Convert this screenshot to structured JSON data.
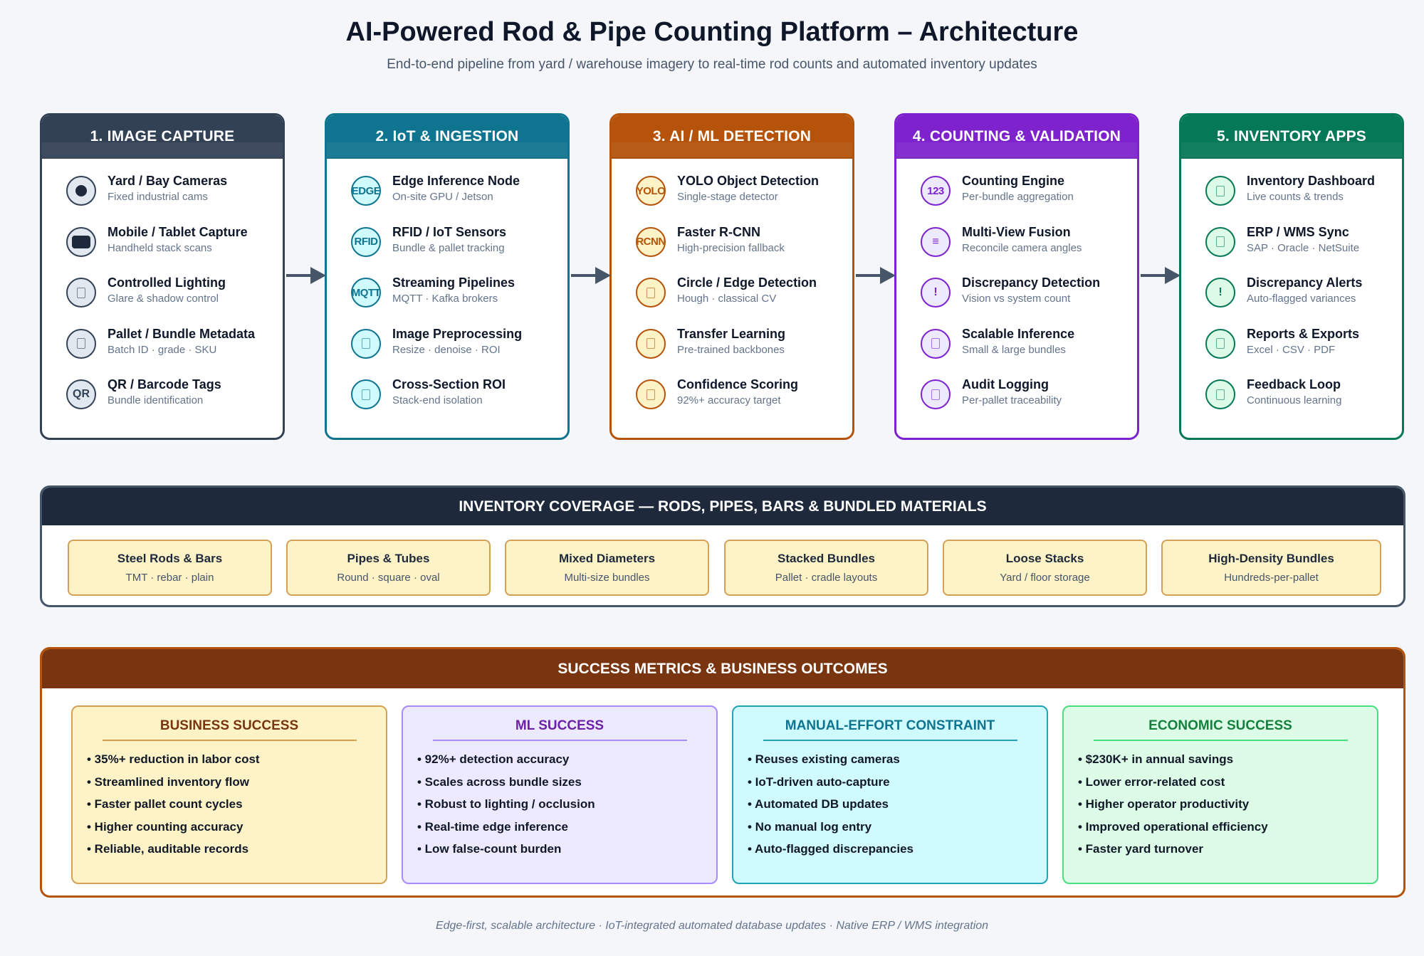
{
  "header": {
    "title": "AI-Powered Rod & Pipe Counting Platform – Architecture",
    "subtitle": "End-to-end pipeline from yard / warehouse imagery to real-time rod counts and automated inventory updates"
  },
  "colors": {
    "stage1": "#334155",
    "stage2": "#0e7490",
    "stage3": "#b45309",
    "stage4": "#7e22ce",
    "stage5": "#047857",
    "arrow": "#475569"
  },
  "stages": [
    {
      "title": "1. IMAGE CAPTURE",
      "items": [
        {
          "icon": "camera-icon",
          "title": "Yard / Bay Cameras",
          "sub": "Fixed industrial cams"
        },
        {
          "icon": "tablet-icon",
          "title": "Mobile / Tablet Capture",
          "sub": "Handheld stack scans"
        },
        {
          "icon": "lightbulb-icon",
          "title": "Controlled Lighting",
          "sub": "Glare & shadow control"
        },
        {
          "icon": "clipboard-icon",
          "title": "Pallet / Bundle Metadata",
          "sub": "Batch ID · grade · SKU"
        },
        {
          "icon": "qr-icon",
          "icon_text": "QR",
          "title": "QR / Barcode Tags",
          "sub": "Bundle identification"
        }
      ]
    },
    {
      "title": "2. IoT & INGESTION",
      "items": [
        {
          "icon": "edge-node-icon",
          "icon_text": "EDGE",
          "title": "Edge Inference Node",
          "sub": "On-site GPU / Jetson"
        },
        {
          "icon": "rfid-icon",
          "icon_text": "RFID",
          "title": "RFID / IoT Sensors",
          "sub": "Bundle & pallet tracking"
        },
        {
          "icon": "mqtt-icon",
          "icon_text": "MQTT",
          "title": "Streaming Pipelines",
          "sub": "MQTT · Kafka brokers"
        },
        {
          "icon": "preprocess-icon",
          "title": "Image Preprocessing",
          "sub": "Resize · denoise · ROI"
        },
        {
          "icon": "crop-icon",
          "title": "Cross-Section ROI",
          "sub": "Stack-end isolation"
        }
      ]
    },
    {
      "title": "3. AI / ML DETECTION",
      "items": [
        {
          "icon": "yolo-icon",
          "icon_text": "YOLO",
          "title": "YOLO Object Detection",
          "sub": "Single-stage detector"
        },
        {
          "icon": "rcnn-icon",
          "icon_text": "RCNN",
          "title": "Faster R-CNN",
          "sub": "High-precision fallback"
        },
        {
          "icon": "circle-detect-icon",
          "title": "Circle / Edge Detection",
          "sub": "Hough · classical CV"
        },
        {
          "icon": "transfer-icon",
          "title": "Transfer Learning",
          "sub": "Pre-trained backbones"
        },
        {
          "icon": "confidence-icon",
          "title": "Confidence Scoring",
          "sub": "92%+ accuracy target"
        }
      ]
    },
    {
      "title": "4. COUNTING & VALIDATION",
      "items": [
        {
          "icon": "counter-icon",
          "icon_text": "123",
          "title": "Counting Engine",
          "sub": "Per-bundle aggregation"
        },
        {
          "icon": "fusion-icon",
          "icon_text": "≡",
          "title": "Multi-View Fusion",
          "sub": "Reconcile camera angles"
        },
        {
          "icon": "alert-icon",
          "icon_text": "!",
          "title": "Discrepancy Detection",
          "sub": "Vision vs system count"
        },
        {
          "icon": "scale-icon",
          "title": "Scalable Inference",
          "sub": "Small & large bundles"
        },
        {
          "icon": "log-icon",
          "title": "Audit Logging",
          "sub": "Per-pallet traceability"
        }
      ]
    },
    {
      "title": "5. INVENTORY APPS",
      "items": [
        {
          "icon": "dashboard-icon",
          "title": "Inventory Dashboard",
          "sub": "Live counts & trends"
        },
        {
          "icon": "sync-icon",
          "title": "ERP / WMS Sync",
          "sub": "SAP · Oracle · NetSuite"
        },
        {
          "icon": "alert-icon",
          "icon_text": "!",
          "title": "Discrepancy Alerts",
          "sub": "Auto-flagged variances"
        },
        {
          "icon": "report-icon",
          "title": "Reports & Exports",
          "sub": "Excel · CSV · PDF"
        },
        {
          "icon": "feedback-icon",
          "title": "Feedback Loop",
          "sub": "Continuous learning"
        }
      ]
    }
  ],
  "coverage": {
    "title": "INVENTORY COVERAGE — RODS, PIPES, BARS & BUNDLED MATERIALS",
    "tiles": [
      {
        "title": "Steel Rods & Bars",
        "sub": "TMT · rebar · plain"
      },
      {
        "title": "Pipes & Tubes",
        "sub": "Round · square · oval"
      },
      {
        "title": "Mixed Diameters",
        "sub": "Multi-size bundles"
      },
      {
        "title": "Stacked Bundles",
        "sub": "Pallet · cradle layouts"
      },
      {
        "title": "Loose Stacks",
        "sub": "Yard / floor storage"
      },
      {
        "title": "High-Density Bundles",
        "sub": "Hundreds-per-pallet"
      }
    ]
  },
  "metrics": {
    "title": "SUCCESS METRICS & BUSINESS OUTCOMES",
    "cards": [
      {
        "title": "BUSINESS SUCCESS",
        "color": "#78350f",
        "bg": "#fef3c7",
        "border": "#d4a054",
        "items": [
          "• 35%+ reduction in labor cost",
          "• Streamlined inventory flow",
          "• Faster pallet count cycles",
          "• Higher counting accuracy",
          "• Reliable, auditable records"
        ]
      },
      {
        "title": "ML SUCCESS",
        "color": "#6b21a8",
        "bg": "#ede9fe",
        "border": "#a78bfa",
        "items": [
          "• 92%+ detection accuracy",
          "• Scales across bundle sizes",
          "• Robust to lighting / occlusion",
          "• Real-time edge inference",
          "• Low false-count burden"
        ]
      },
      {
        "title": "MANUAL-EFFORT CONSTRAINT",
        "color": "#0e7490",
        "bg": "#cffafe",
        "border": "#22a3b8",
        "items": [
          "• Reuses existing cameras",
          "• IoT-driven auto-capture",
          "• Automated DB updates",
          "• No manual log entry",
          "• Auto-flagged discrepancies"
        ]
      },
      {
        "title": "ECONOMIC SUCCESS",
        "color": "#15803d",
        "bg": "#dcfce7",
        "border": "#4ade80",
        "items": [
          "• $230K+ in annual savings",
          "• Lower error-related cost",
          "• Higher operator productivity",
          "• Improved operational efficiency",
          "• Faster yard turnover"
        ]
      }
    ]
  },
  "footer": "Edge-first, scalable architecture · IoT-integrated automated database updates · Native ERP / WMS integration"
}
